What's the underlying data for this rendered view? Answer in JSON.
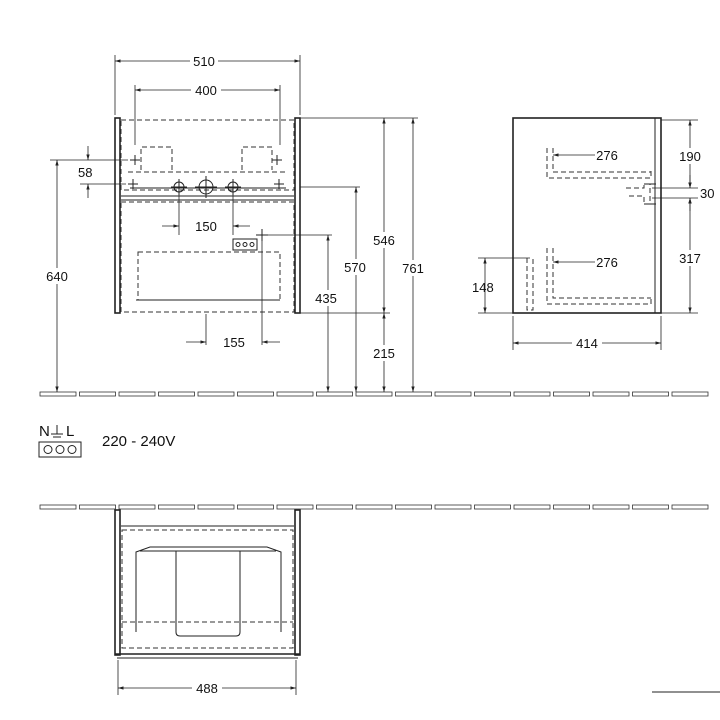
{
  "front": {
    "width_510": "510",
    "width_400": "400",
    "offset_58": "58",
    "height_640": "640",
    "spacing_150": "150",
    "offset_155": "155",
    "height_435": "435",
    "height_570": "570",
    "height_546": "546",
    "height_761": "761",
    "height_215": "215"
  },
  "side": {
    "drawer_276_top": "276",
    "drawer_276_bottom": "276",
    "height_190": "190",
    "height_30": "30",
    "height_317": "317",
    "height_148": "148",
    "depth_414": "414"
  },
  "electric": {
    "label_n": "N",
    "label_l": "L",
    "voltage": "220 - 240V"
  },
  "top_view": {
    "width_488": "488"
  }
}
